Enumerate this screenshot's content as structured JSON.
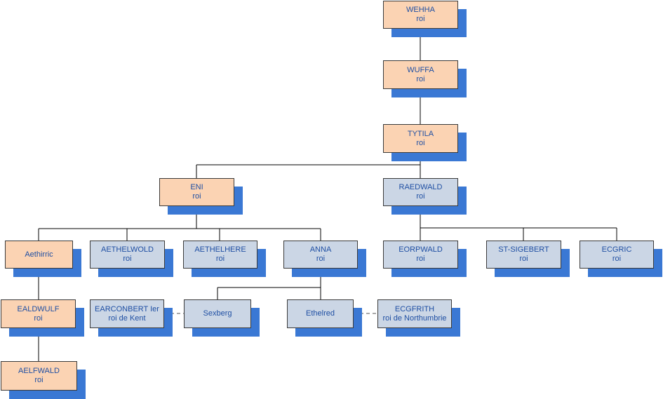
{
  "colors": {
    "orange": "#fbd3b3",
    "blue": "#cbd6e5",
    "shadow": "#3a78d4",
    "line": "#000000",
    "text": "#1f4fa3"
  },
  "nodes": {
    "wehha": {
      "name": "WEHHA",
      "title": "roi"
    },
    "wuffa": {
      "name": "WUFFA",
      "title": "roi"
    },
    "tytila": {
      "name": "TYTILA",
      "title": "roi"
    },
    "eni": {
      "name": "ENI",
      "title": "roi"
    },
    "raedwald": {
      "name": "RAEDWALD",
      "title": "roi"
    },
    "aethirric": {
      "name": "Aethirric"
    },
    "aethelwold": {
      "name": "AETHELWOLD",
      "title": "roi"
    },
    "aethelhere": {
      "name": "AETHELHERE",
      "title": "roi"
    },
    "anna": {
      "name": "ANNA",
      "title": "roi"
    },
    "eorpwald": {
      "name": "EORPWALD",
      "title": "roi"
    },
    "stsigebert": {
      "name": "ST-SIGEBERT",
      "title": "roi"
    },
    "ecgric": {
      "name": "ECGRIC",
      "title": "roi"
    },
    "ealdwulf": {
      "name": "EALDWULF",
      "title": "roi"
    },
    "earconbert": {
      "name": "EARCONBERT Ier",
      "title": "roi de Kent"
    },
    "sexberg": {
      "name": "Sexberg"
    },
    "ethelred": {
      "name": "Ethelred"
    },
    "ecgfrith": {
      "name": "ECGFRITH",
      "title": "roi de Northumbrie"
    },
    "aelfwald": {
      "name": "AELFWALD",
      "title": "roi"
    }
  }
}
